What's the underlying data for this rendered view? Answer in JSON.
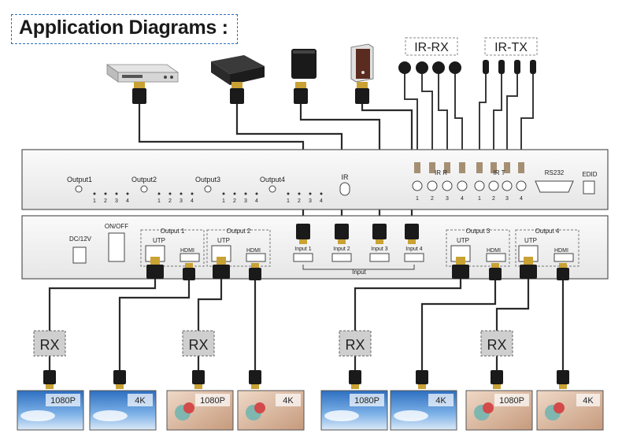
{
  "title": "Application Diagrams :",
  "ir_rx_label": "IR-RX",
  "ir_tx_label": "IR-TX",
  "front_panel": {
    "outputs": [
      "Output1",
      "Output2",
      "Output3",
      "Output4"
    ],
    "led_numbers": [
      "1",
      "2",
      "3",
      "4"
    ],
    "ir_label": "IR",
    "ir_r_label": "IR R",
    "ir_t_label": "IR T",
    "rs232_label": "RS232",
    "edid_label": "EDID",
    "port_numbers": [
      "1",
      "2",
      "3",
      "4"
    ]
  },
  "rear_panel": {
    "power_label": "DC/12V",
    "switch_label": "ON/OFF",
    "output_groups": [
      "Output 1",
      "Output 2",
      "Output 3",
      "Output 4"
    ],
    "utp_label": "UTP",
    "hdmi_label": "HDMI",
    "inputs": [
      "Input 1",
      "Input 2",
      "Input 3",
      "Input 4"
    ],
    "input_group_label": "Input"
  },
  "receivers": [
    "RX",
    "RX",
    "RX",
    "RX"
  ],
  "screens": [
    {
      "label": "1080P",
      "type": "sky"
    },
    {
      "label": "4K",
      "type": "sky"
    },
    {
      "label": "1080P",
      "type": "flower"
    },
    {
      "label": "4K",
      "type": "flower"
    },
    {
      "label": "1080P",
      "type": "sky"
    },
    {
      "label": "4K",
      "type": "sky"
    },
    {
      "label": "1080P",
      "type": "flower"
    },
    {
      "label": "4K",
      "type": "flower"
    }
  ]
}
